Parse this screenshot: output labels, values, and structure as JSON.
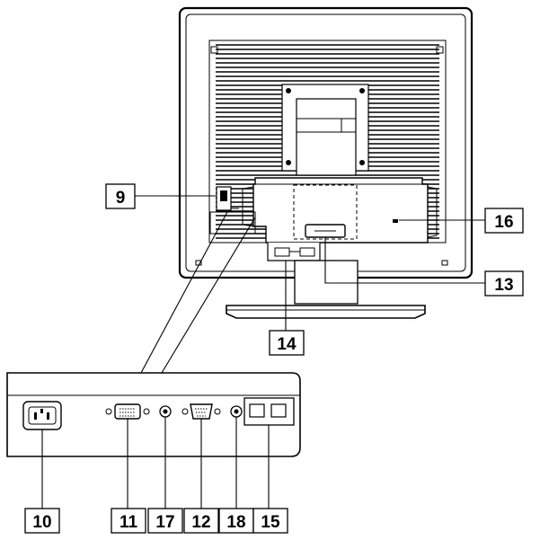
{
  "diagram": {
    "callouts": {
      "c9": "9",
      "c16": "16",
      "c13": "13",
      "c14": "14",
      "c10": "10",
      "c11": "11",
      "c17": "17",
      "c12": "12",
      "c18": "18",
      "c15": "15"
    },
    "colors": {
      "line": "#000000",
      "panel_fill": "#ffffff",
      "background": "#ffffff"
    }
  }
}
